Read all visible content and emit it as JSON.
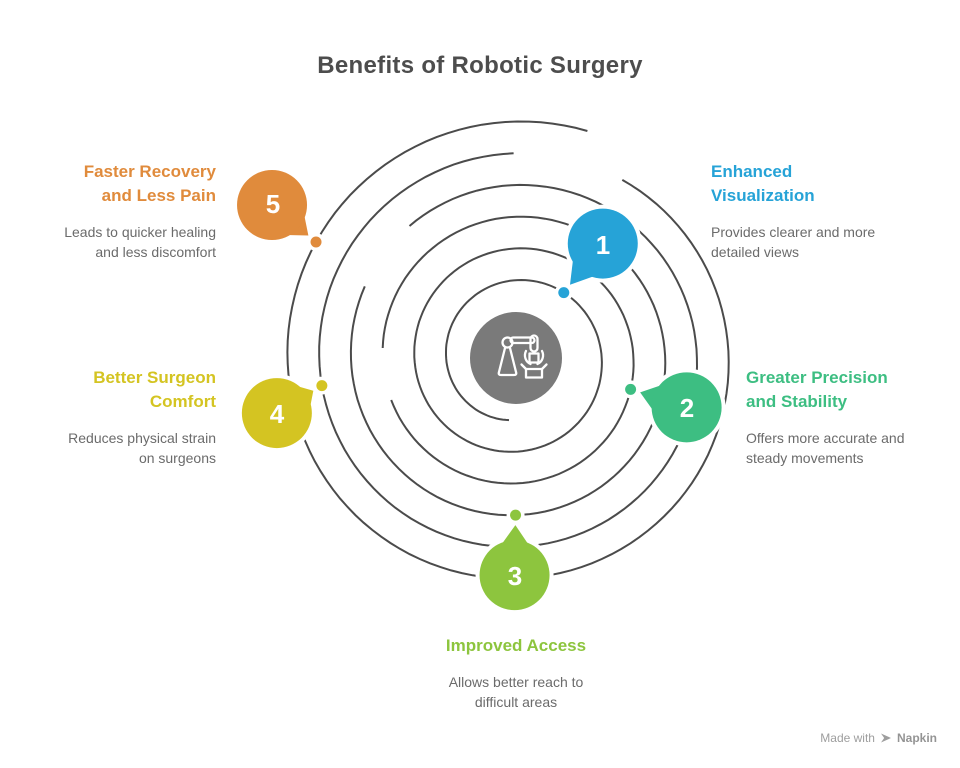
{
  "title": "Benefits of Robotic Surgery",
  "spiral_color": "#4b4b4b",
  "center": {
    "icon": "robotic-arm-icon",
    "circle_color": "#7a7a7a"
  },
  "items": [
    {
      "number": "1",
      "heading": "Enhanced Visualization",
      "description": "Provides clearer and more detailed views",
      "color": "#26A3D7"
    },
    {
      "number": "2",
      "heading": "Greater Precision and Stability",
      "description": "Offers more accurate and steady movements",
      "color": "#3DBE82"
    },
    {
      "number": "3",
      "heading": "Improved Access",
      "description": "Allows better reach to difficult areas",
      "color": "#8DC53E"
    },
    {
      "number": "4",
      "heading": "Better Surgeon Comfort",
      "description": "Reduces physical strain on surgeons",
      "color": "#D4C422"
    },
    {
      "number": "5",
      "heading": "Faster Recovery and Less Pain",
      "description": "Leads to quicker healing and less discomfort",
      "color": "#E08B3C"
    }
  ],
  "watermark": {
    "prefix": "Made with",
    "brand": "Napkin"
  }
}
